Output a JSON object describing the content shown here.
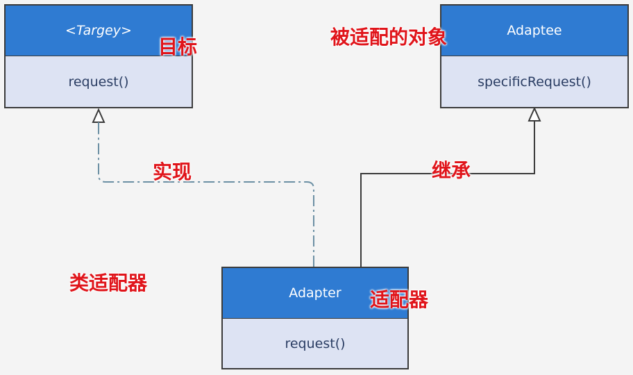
{
  "target": {
    "name": "<Targey>",
    "method": "request()",
    "annotation": "目标"
  },
  "adaptee": {
    "name": "Adaptee",
    "method": "specificRequest()",
    "annotation": "被适配的对象"
  },
  "adapter": {
    "name": "Adapter",
    "method": "request()",
    "annotation": "适配器"
  },
  "relations": {
    "realization_label": "实现",
    "inheritance_label": "继承"
  },
  "caption": "类适配器",
  "colors": {
    "header": "#2f7bd2",
    "body": "#dde3f3",
    "annotation": "#e0141a",
    "line": "#3a3a3a",
    "dashed": "#6b8fa3"
  }
}
